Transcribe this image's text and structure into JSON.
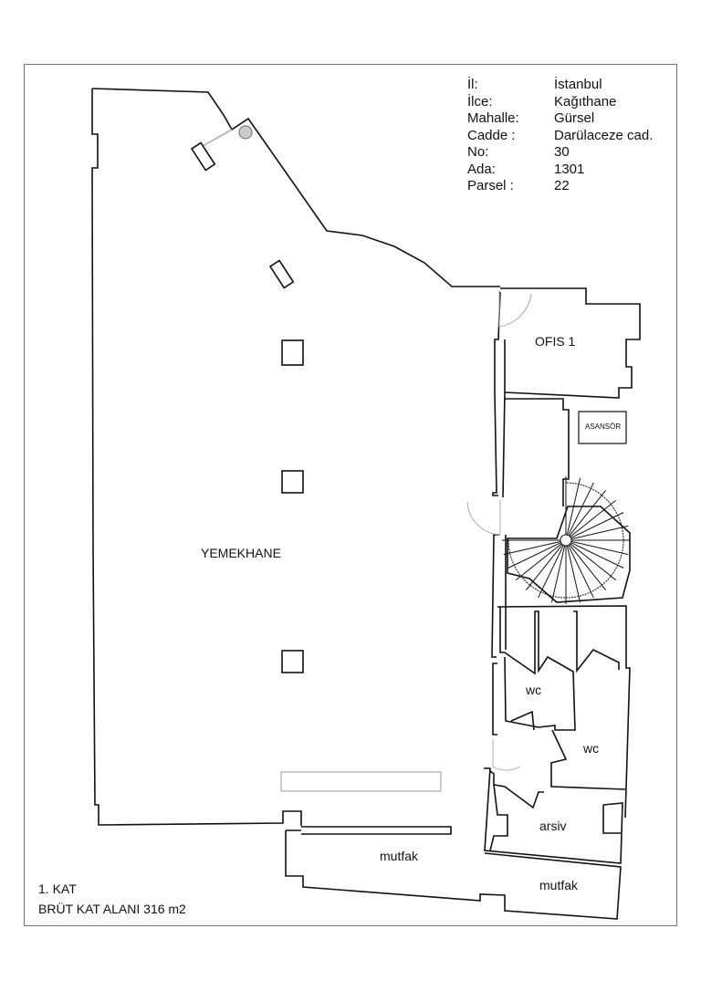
{
  "info": [
    {
      "key": "İl:",
      "value": "İstanbul"
    },
    {
      "key": "İlce:",
      "value": "Kağıthane"
    },
    {
      "key": "Mahalle:",
      "value": "Gürsel"
    },
    {
      "key": "Cadde :",
      "value": "Darülaceze cad."
    },
    {
      "key": "No:",
      "value": "30"
    },
    {
      "key": "Ada:",
      "value": "1301"
    },
    {
      "key": "Parsel :",
      "value": "22"
    }
  ],
  "rooms": {
    "yemekhane": "YEMEKHANE",
    "ofis": "OFIS 1",
    "asansor": "ASANSÖR",
    "wc1": "wc",
    "wc2": "wc",
    "arsiv": "arsiv",
    "mutfak1": "mutfak",
    "mutfak2": "mutfak"
  },
  "footer": {
    "floor": "1. KAT",
    "area": "BRÜT KAT ALANI  316 m2"
  }
}
